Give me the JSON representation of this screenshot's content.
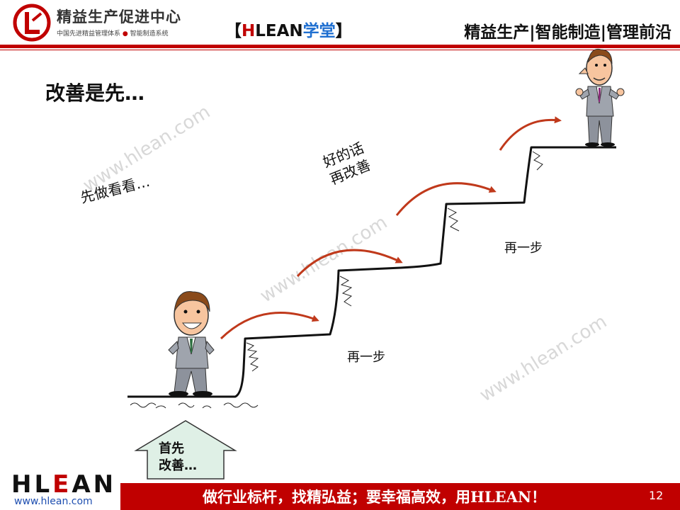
{
  "header": {
    "logo_title": "精益生产促进中心",
    "logo_subtitle_a": "中国先进精益管理体系",
    "logo_subtitle_b": "智能制造系统",
    "brand_open": "【",
    "brand_h": "H",
    "brand_rest": "LEAN",
    "brand_cn": "学堂",
    "brand_close": "】",
    "tagline": "精益生产|智能制造|管理前沿"
  },
  "slide": {
    "title": "改善是先…",
    "try_text": "先做看看…",
    "good_text": "好的话\n再改善",
    "step_label_1": "再一步",
    "step_label_2": "再一步",
    "first_improve": "首先\n改善…"
  },
  "watermark": "www.hlean.com",
  "footer": {
    "logo_h": "HL",
    "logo_e": "E",
    "logo_rest": "AN",
    "url": "www.hlean.com",
    "slogan": "做行业标杆，找精弘益；要幸福高效，用HLEAN！",
    "page_number": "12"
  },
  "colors": {
    "brand_red": "#c00000",
    "arrow_red": "#c0391b",
    "arrow_green": "#dff0e6"
  }
}
